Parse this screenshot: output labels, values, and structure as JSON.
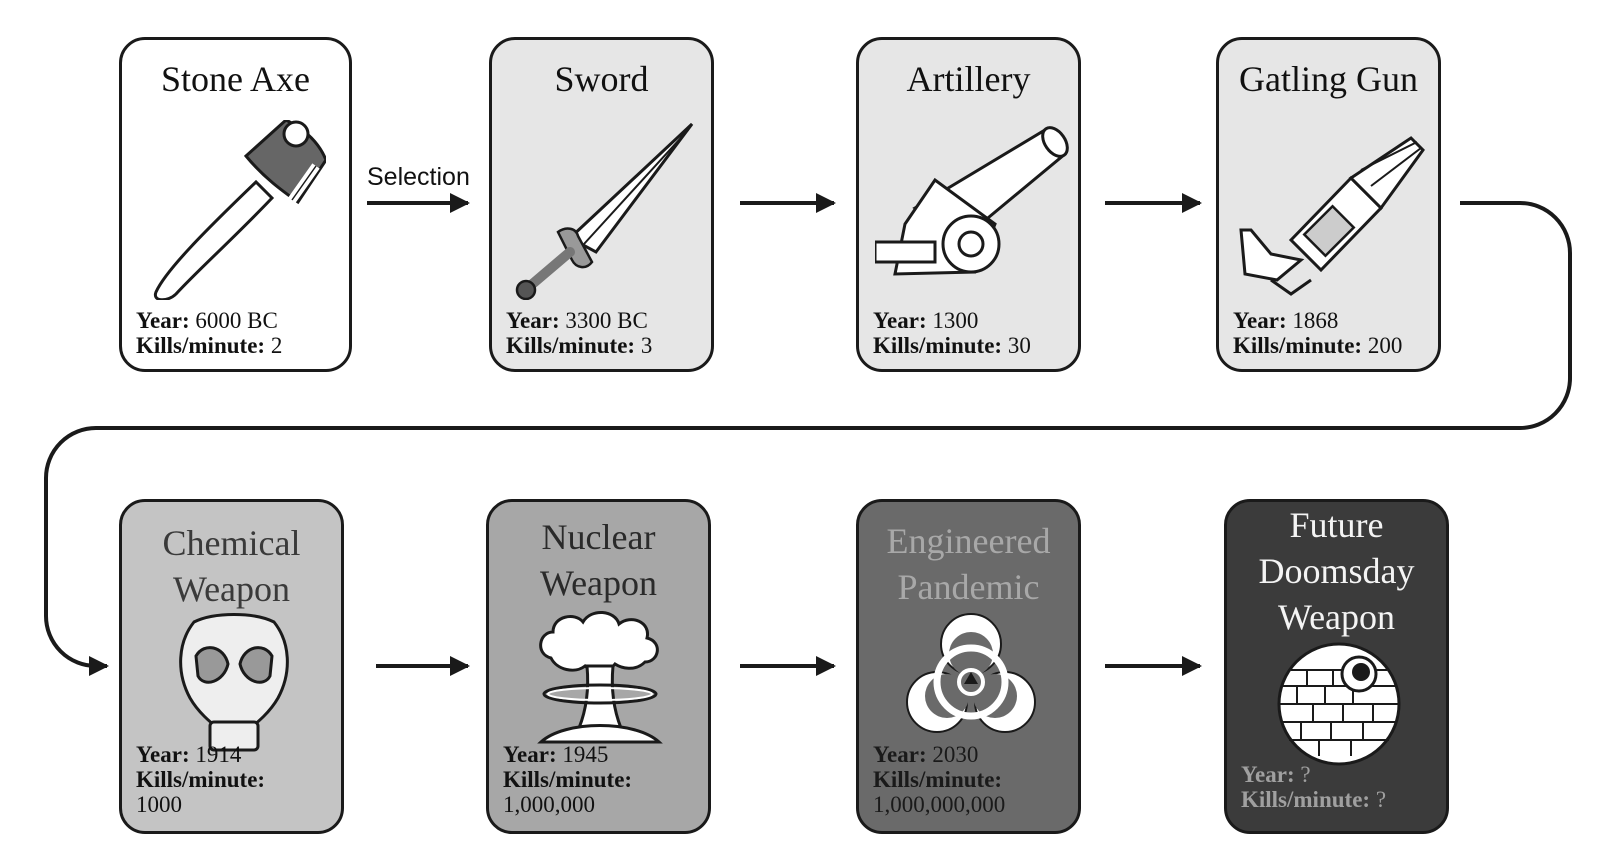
{
  "flow_label": "Selection",
  "labels": {
    "year": "Year:",
    "kills": "Kills/minute:"
  },
  "colors": {
    "tier1": "#ffffff",
    "tier2": "#e6e6e6",
    "tier3": "#c4c4c4",
    "tier4": "#a7a7a7",
    "tier5": "#6a6a6a",
    "tier6": "#3b3b3b",
    "stroke": "#1a1a1a"
  },
  "cards": [
    {
      "title": "Stone Axe",
      "year": "6000 BC",
      "kills": "2",
      "icon": "stone-axe-icon"
    },
    {
      "title": "Sword",
      "year": "3300 BC",
      "kills": "3",
      "icon": "sword-icon"
    },
    {
      "title": "Artillery",
      "year": "1300",
      "kills": "30",
      "icon": "artillery-cannon-icon"
    },
    {
      "title": "Gatling Gun",
      "year": "1868",
      "kills": "200",
      "icon": "gatling-gun-icon"
    },
    {
      "title_lines": [
        "Chemical",
        "Weapon"
      ],
      "year": "1914",
      "kills": "1000",
      "icon": "gas-mask-icon"
    },
    {
      "title_lines": [
        "Nuclear",
        "Weapon"
      ],
      "year": "1945",
      "kills": "1,000,000",
      "icon": "mushroom-cloud-icon"
    },
    {
      "title_lines": [
        "Engineered",
        "Pandemic"
      ],
      "year": "2030",
      "kills": "1,000,000,000",
      "icon": "biohazard-icon"
    },
    {
      "title_lines": [
        "Future",
        "Doomsday",
        "Weapon"
      ],
      "year": "?",
      "kills": "?",
      "icon": "death-star-icon"
    }
  ]
}
